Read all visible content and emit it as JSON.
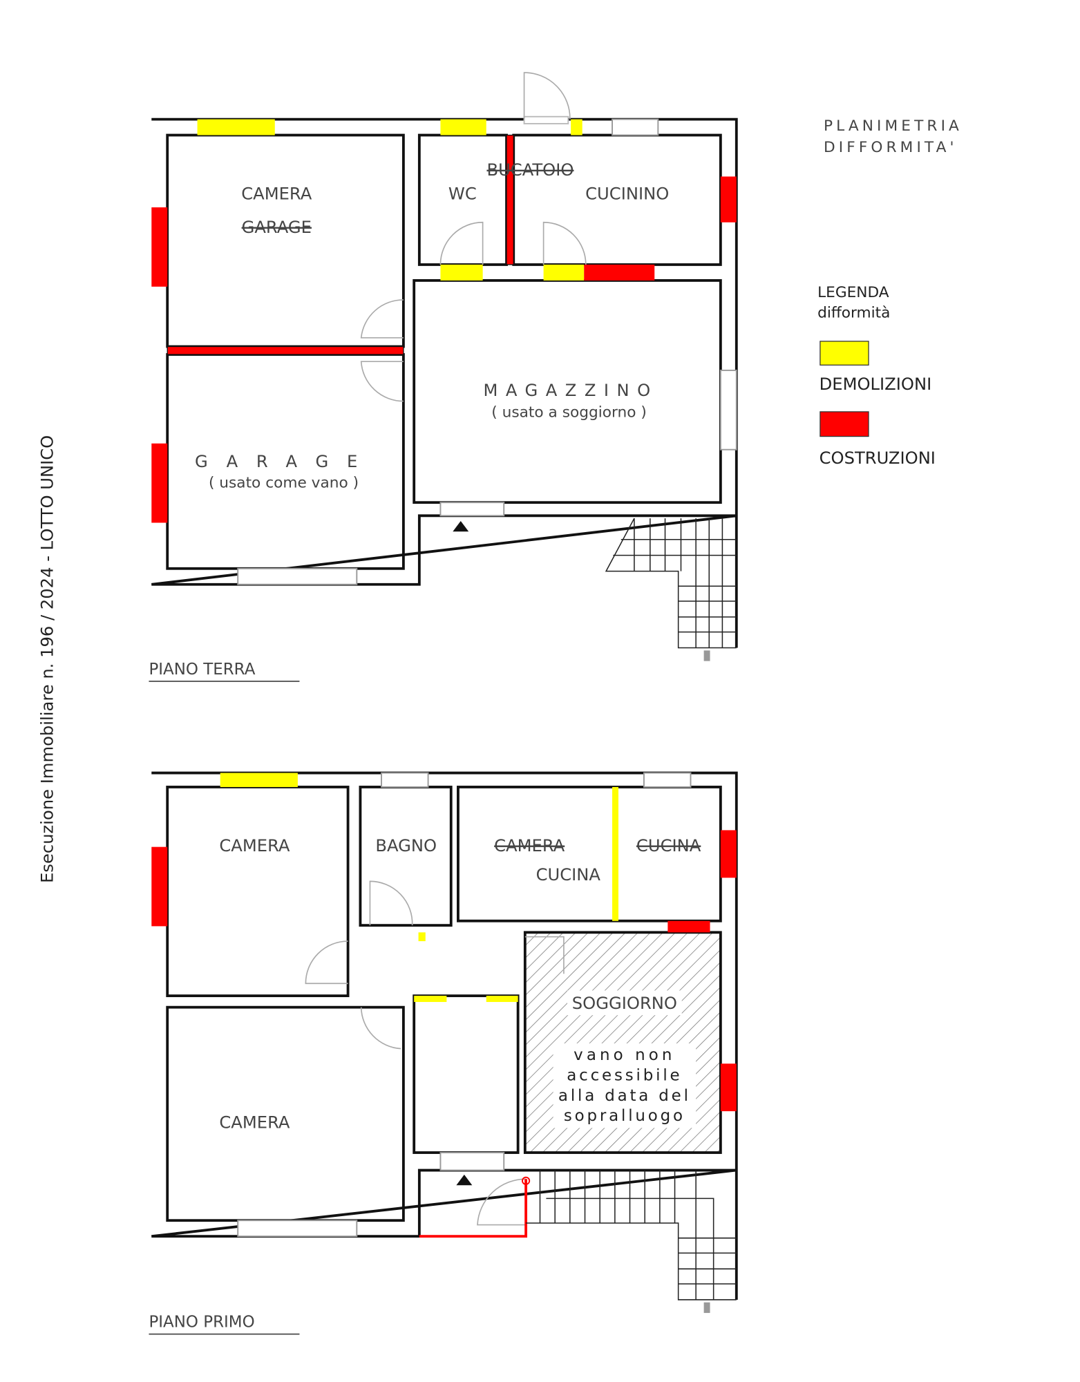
{
  "side_caption": "Esecuzione Immobiliare n. 196 / 2024 - LOTTO UNICO",
  "title": {
    "line1": "PLANIMETRIA",
    "line2": "DIFFORMITA'"
  },
  "legend": {
    "title": "LEGENDA",
    "subtitle": "difformità",
    "items": [
      {
        "label": "DEMOLIZIONI",
        "color": "#ffff00"
      },
      {
        "label": "COSTRUZIONI",
        "color": "#ff0000"
      }
    ]
  },
  "ground_floor": {
    "label": "PIANO TERRA",
    "rooms": {
      "camera": "CAMERA",
      "camera_old": "GARAGE",
      "wc": "WC",
      "bucatoio_old": "BUCATOIO",
      "cucinino": "CUCININO",
      "magazzino": "MAGAZZINO",
      "magazzino_note": "( usato a soggiorno )",
      "garage": "GARAGE",
      "garage_note": "( usato come vano )"
    }
  },
  "first_floor": {
    "label": "PIANO PRIMO",
    "rooms": {
      "camera1": "CAMERA",
      "bagno": "BAGNO",
      "camera_old": "CAMERA",
      "cucina": "CUCINA",
      "cucina_old": "CUCINA",
      "soggiorno": "SOGGIORNO",
      "camera2": "CAMERA",
      "note": [
        "vano non",
        "accessibile",
        "alla data del",
        "sopralluogo"
      ]
    }
  },
  "colors": {
    "demolition": "#ffff00",
    "construction": "#ff0000",
    "wall": "#111111"
  }
}
